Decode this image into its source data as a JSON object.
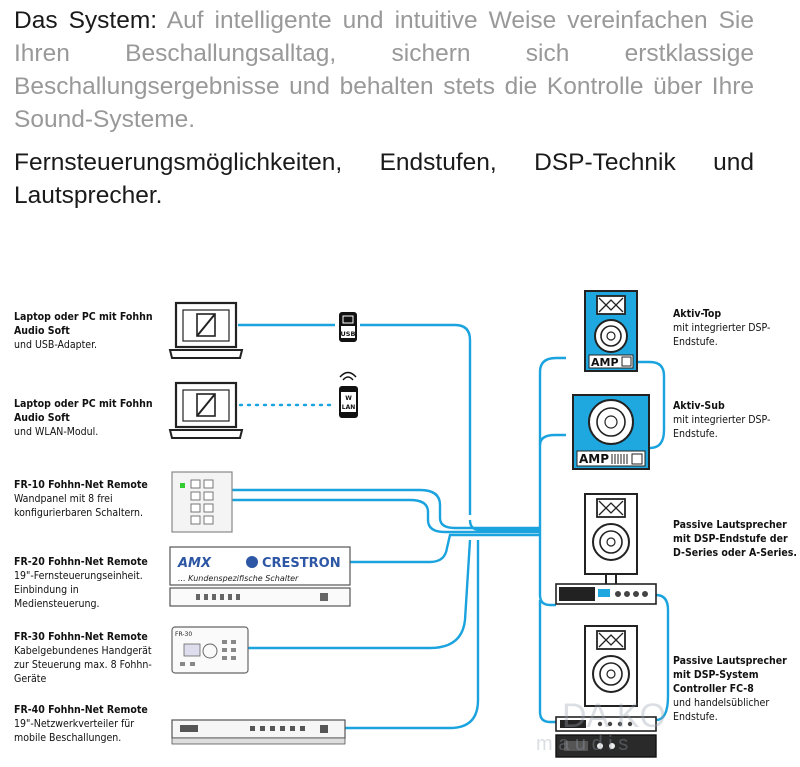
{
  "intro": {
    "lead": "Das System:",
    "body": "Auf intelligente und intuitive Weise vereinfachen Sie Ihren Beschallungsalltag, sichern sich erstklassige Beschallungsergebnisse und behalten stets die Kontrolle über Ihre Sound-Systeme."
  },
  "components_line": "Fernsteuerungsmöglichkeiten, Endstufen, DSP-Technik und Lautsprecher.",
  "left_devices": [
    {
      "title": "Laptop oder PC mit Fohhn Audio Soft",
      "desc": "und USB-Adapter."
    },
    {
      "title": "Laptop oder PC  mit Fohhn Audio Soft",
      "desc": "und WLAN-Modul."
    },
    {
      "title": "FR-10 Fohhn-Net Remote",
      "desc": "Wandpanel mit 8 frei konfigurierbaren Schaltern."
    },
    {
      "title": "FR-20 Fohhn-Net Remote",
      "desc": "19\"-Fernsteuerungseinheit. Einbindung in Mediensteuerung."
    },
    {
      "title": "FR-30 Fohhn-Net Remote",
      "desc": "Kabelgebundenes Handgerät zur Steuerung max. 8 Fohhn-Geräte"
    },
    {
      "title": "FR-40 Fohhn-Net Remote",
      "desc": "19\"-Netzwerkverteiler für mobile Beschallungen."
    }
  ],
  "right_devices": [
    {
      "title": "Aktiv-Top",
      "desc": "mit integrierter DSP-Endstufe."
    },
    {
      "title": "Aktiv-Sub",
      "desc": "mit integrierter DSP-Endstufe."
    },
    {
      "title": "Passive Lautsprecher  mit DSP-Endstufe der D-Series oder A-Series.",
      "desc": ""
    },
    {
      "title": "Passive Lautsprecher mit DSP-System Controller FC-8",
      "desc": "und handelsüblicher Endstufe."
    }
  ],
  "adapters": {
    "usb": "USB",
    "wlan_line1": "W",
    "wlan_line2": "LAN"
  },
  "speaker_badge": "AMP",
  "fr20_panel": {
    "brand_left": "AMX",
    "brand_right": "CRESTRON",
    "tagline": "... Kundenspezifische Schalter"
  },
  "fr30_model": "FR-30",
  "watermark": {
    "line1": "DA  KO",
    "line2": "m    a u d i s"
  },
  "colors": {
    "cable": "#1aa3de",
    "speaker_blue": "#1fa8e0",
    "outline": "#222222",
    "text_gray": "#999999"
  }
}
